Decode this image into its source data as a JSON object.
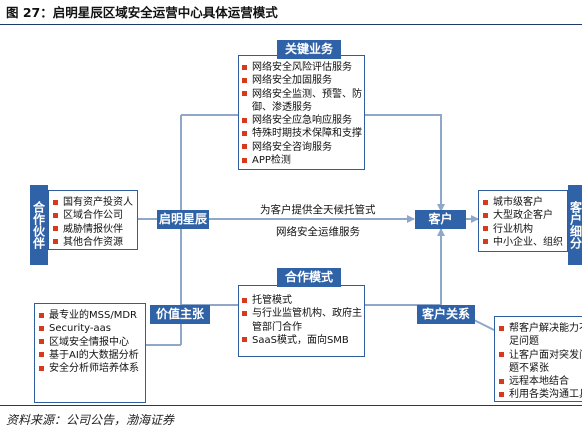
{
  "title": "图 27：启明星辰区域安全运营中心具体运营模式",
  "source": "资料来源：公司公告，渤海证券",
  "key_services": {
    "header": "关键业务",
    "items": [
      "网络安全风险评估服务",
      "网络安全加固服务",
      "网络安全监测、预警、防御、渗透服务",
      "网络安全应急响应服务",
      "特殊时期技术保障和支撑",
      "网络安全咨询服务",
      "APP检测"
    ]
  },
  "partners": {
    "header": "合作伙伴",
    "items": [
      "国有资产投资人",
      "区域合作公司",
      "威胁情报伙伴",
      "其他合作资源"
    ]
  },
  "center_node": "启明星辰",
  "customer_node": "客户",
  "flow_labels": {
    "top": "为客户提供全天候托管式",
    "bottom": "网络安全运维服务"
  },
  "customer_segments": {
    "header": "客户细分",
    "items": [
      "城市级客户",
      "大型政企客户",
      "行业机构",
      "中小企业、组织"
    ]
  },
  "value_proposition": {
    "header": "价值主张",
    "items": [
      "最专业的MSS/MDR",
      "Security-aas",
      "区域安全情报中心",
      "基于AI的大数据分析",
      "安全分析师培养体系"
    ]
  },
  "cooperation_model": {
    "header": "合作模式",
    "items": [
      "托管模式",
      "与行业监管机构、政府主管部门合作",
      "SaaS模式，面向SMB"
    ]
  },
  "customer_relations": {
    "header": "客户关系",
    "items": [
      "帮客户解决能力不足问题",
      "让客户面对突发问题不紧张",
      "远程本地结合",
      "利用各类沟通工具"
    ]
  },
  "colors": {
    "header_blue": "#2f62a6",
    "border_blue": "#2e5ea0",
    "bullet_red": "#d6391e",
    "line_gray": "#8fa8c9"
  }
}
